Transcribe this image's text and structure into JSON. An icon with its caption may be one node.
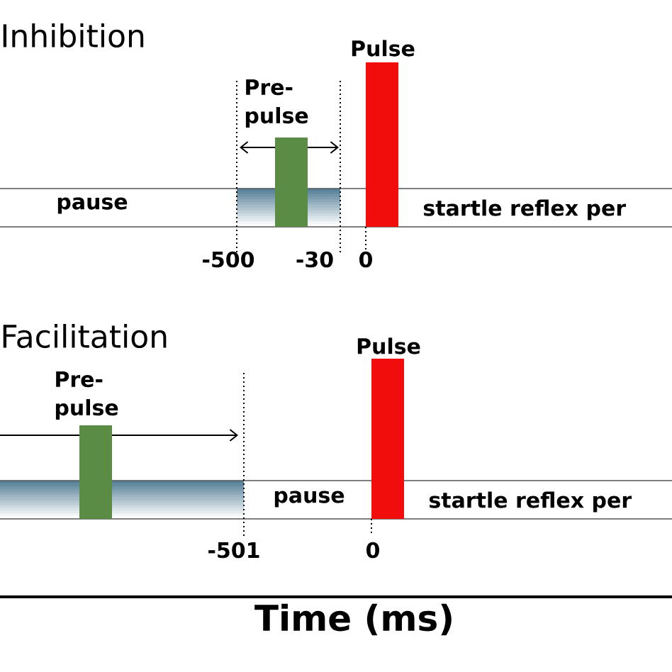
{
  "diagram": {
    "nodes": [
      {
        "text": [
          "Pre- pulse"
        ]
      },
      {
        "text": [
          "Pulse"
        ]
      },
      {
        "text": [
          "Pre- pulse"
        ]
      },
      {
        "text": [
          "Pulse"
        ]
      }
    ],
    "labels": [
      "Inhibition",
      "pause",
      "startle reflex per",
      "-500",
      "-30",
      "0",
      "Facilitation",
      "pause",
      "startle reflex per",
      "-501",
      "0",
      "Time (ms)"
    ]
  }
}
